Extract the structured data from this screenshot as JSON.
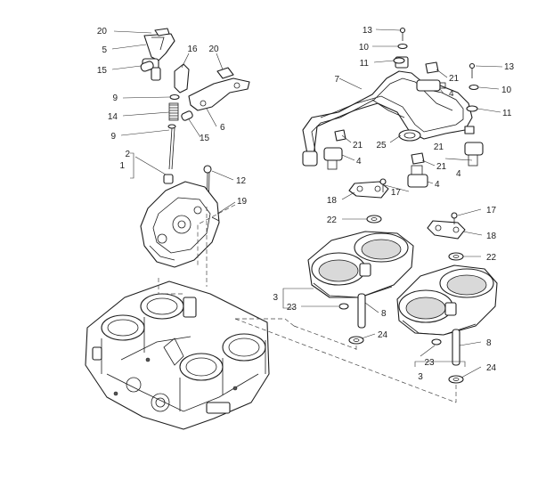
{
  "callouts": {
    "c1": "1",
    "c2": "2",
    "c3a": "3",
    "c3b": "3",
    "c4a": "4",
    "c4b": "4",
    "c4c": "4",
    "c4d": "4",
    "c5": "5",
    "c6": "6",
    "c7": "7",
    "c8a": "8",
    "c8b": "8",
    "c9a": "9",
    "c9b": "9",
    "c10a": "10",
    "c10b": "10",
    "c11a": "11",
    "c11b": "11",
    "c12": "12",
    "c13a": "13",
    "c13b": "13",
    "c14": "14",
    "c15a": "15",
    "c15b": "15",
    "c16": "16",
    "c17a": "17",
    "c17b": "17",
    "c18a": "18",
    "c18b": "18",
    "c19": "19",
    "c20a": "20",
    "c20b": "20",
    "c21a": "21",
    "c21b": "21",
    "c21c": "21",
    "c21d": "21",
    "c22a": "22",
    "c22b": "22",
    "c23a": "23",
    "c23b": "23",
    "c24a": "24",
    "c24b": "24",
    "c25": "25"
  }
}
